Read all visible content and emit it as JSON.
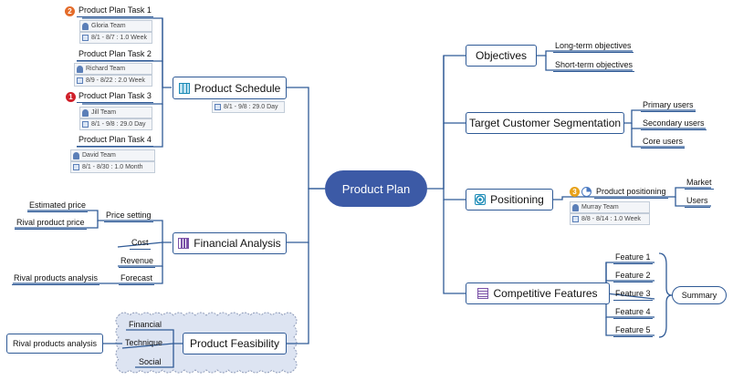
{
  "root": "Product Plan",
  "colors": {
    "accent": "#3c5aa6",
    "line": "#2f5a96",
    "feasibility_cloud": "#dde4f2"
  },
  "product_schedule": {
    "label": "Product Schedule",
    "date": "8/1 - 9/8 : 29.0 Day",
    "tasks": [
      {
        "title": "Product  Plan Task 1",
        "badge": "2",
        "team": "Gloria Team",
        "date": "8/1 - 8/7 : 1.0 Week"
      },
      {
        "title": "Product  Plan Task 2",
        "badge": "",
        "team": "Richard Team",
        "date": "8/9 - 8/22 : 2.0 Week"
      },
      {
        "title": "Product  Plan Task 3",
        "badge": "1",
        "team": "Jill Team",
        "date": "8/1 - 9/8 : 29.0 Day"
      },
      {
        "title": "Product  Plan Task 4",
        "badge": "",
        "team": "David Team",
        "date": "8/1 - 8/30 : 1.0 Month"
      }
    ]
  },
  "financial_analysis": {
    "label": "Financial Analysis",
    "items": [
      "Price setting",
      "Cost",
      "Revenue",
      "Forecast"
    ],
    "price_setting_children": [
      "Estimated price",
      "Rival product price"
    ],
    "forecast_child": "Rival products analysis"
  },
  "product_feasibility": {
    "label": "Product Feasibility",
    "items": [
      "Financial",
      "Technique",
      "Social"
    ],
    "technique_child": "Rival products analysis"
  },
  "objectives": {
    "label": "Objectives",
    "items": [
      "Long-term objectives",
      "Short-term objectives"
    ]
  },
  "segmentation": {
    "label": "Target Customer Segmentation",
    "items": [
      "Primary users",
      "Secondary users",
      "Core users"
    ]
  },
  "positioning": {
    "label": "Positioning",
    "sub": {
      "label": "Product positioning",
      "badge": "3",
      "team": "Murray Team",
      "date": "8/8 - 8/14 : 1.0 Week"
    },
    "items": [
      "Market",
      "Users"
    ]
  },
  "competitive": {
    "label": "Competitive Features",
    "items": [
      "Feature 1",
      "Feature 2",
      "Feature 3",
      "Feature 4",
      "Feature 5"
    ],
    "summary": "Summary"
  }
}
